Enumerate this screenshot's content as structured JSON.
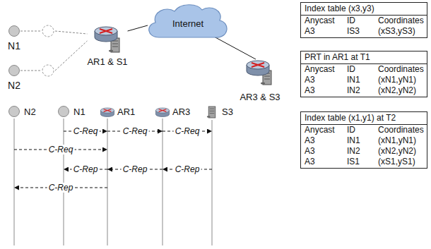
{
  "diagram": {
    "nodes": [
      {
        "text": [
          "Internet"
        ]
      },
      {
        "text": [
          "N1"
        ]
      },
      {
        "text": [
          "N2"
        ]
      },
      {
        "text": [
          "AR1 & S1"
        ]
      },
      {
        "text": [
          "AR3 & S3"
        ]
      },
      {
        "text": [
          "N2"
        ]
      },
      {
        "text": [
          "N1"
        ]
      },
      {
        "text": [
          "AR1"
        ]
      },
      {
        "text": [
          "AR3"
        ]
      },
      {
        "text": [
          "S3"
        ]
      },
      {
        "text": [
          "Index table (x3,y3)",
          "Anycast",
          "ID",
          "Coordinates",
          "A3",
          "IS3",
          "(xS3,yS3)"
        ]
      },
      {
        "text": [
          "PRT in AR1 at T1",
          "Anycast",
          "ID",
          "Coordinates",
          "A3",
          "IN1",
          "(xN1,yN1)",
          "A3",
          "IN2",
          "(xN2,yN2)"
        ]
      },
      {
        "text": [
          "Index table (x1,y1) at T2",
          "Anycast",
          "ID",
          "Coordinates",
          "A3",
          "IN1",
          "(xN1,yN1)",
          "A3",
          "IN2",
          "(xN2,yN2)",
          "A3",
          "IS1",
          "(xS1,yS1)"
        ]
      }
    ],
    "edges": [
      {
        "from": 1,
        "to": 3,
        "arrow": "none"
      },
      {
        "from": 2,
        "to": 3,
        "arrow": "none"
      },
      {
        "from": 3,
        "to": 0,
        "arrow": "none"
      },
      {
        "from": 0,
        "to": 4,
        "arrow": "none"
      },
      {
        "from": 6,
        "to": 7,
        "label": "C-Req",
        "arrow": "to"
      },
      {
        "from": 7,
        "to": 8,
        "label": "C-Req",
        "arrow": "to"
      },
      {
        "from": 8,
        "to": 9,
        "label": "C-Req",
        "arrow": "to"
      },
      {
        "from": 5,
        "to": 7,
        "label": "C-Req",
        "arrow": "to"
      },
      {
        "from": 7,
        "to": 6,
        "label": "C-Rep",
        "arrow": "to"
      },
      {
        "from": 9,
        "to": 8,
        "label": "C-Rep",
        "arrow": "to"
      },
      {
        "from": 8,
        "to": 7,
        "label": "C-Rep",
        "arrow": "to"
      },
      {
        "from": 7,
        "to": 5,
        "label": "C-Rep",
        "arrow": "to"
      }
    ]
  }
}
